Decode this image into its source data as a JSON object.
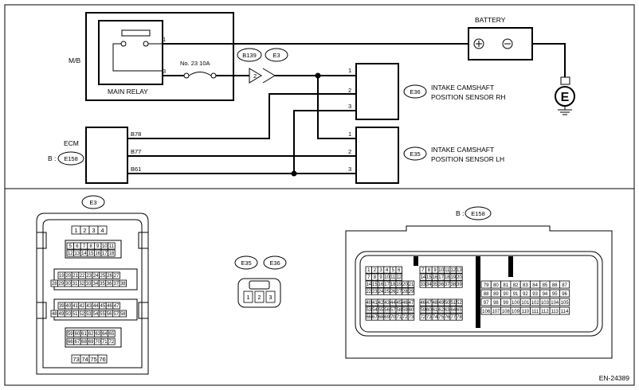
{
  "frame": {
    "code": "EN-24389"
  },
  "schematic": {
    "mb": {
      "label": "M/B",
      "relay_label": "MAIN RELAY",
      "pin1": "1",
      "pin3": "3",
      "fuse": "No. 23   10A"
    },
    "battery": {
      "label": "BATTERY",
      "ground_symbol": "E"
    },
    "intermediate": {
      "conn_a": "B139",
      "conn_b": "E3",
      "pin": "2"
    },
    "sensor_rh": {
      "conn": "E36",
      "line1": "INTAKE CAMSHAFT",
      "line2": "POSITION SENSOR RH",
      "pins": [
        "1",
        "2",
        "3"
      ]
    },
    "sensor_lh": {
      "conn": "E35",
      "line1": "INTAKE CAMSHAFT",
      "line2": "POSITION SENSOR LH",
      "pins": [
        "1",
        "2",
        "3"
      ]
    },
    "ecm": {
      "label": "ECM",
      "prefix": "B :",
      "conn": "E158",
      "terminals": [
        "B78",
        "B77",
        "B61"
      ]
    }
  },
  "connectors": {
    "e3": {
      "label": "E3"
    },
    "sensor": {
      "label_a": "E35",
      "label_b": "E36",
      "pins": [
        "1",
        "2",
        "3"
      ]
    },
    "e158": {
      "prefix": "B :",
      "label": "E158"
    }
  }
}
